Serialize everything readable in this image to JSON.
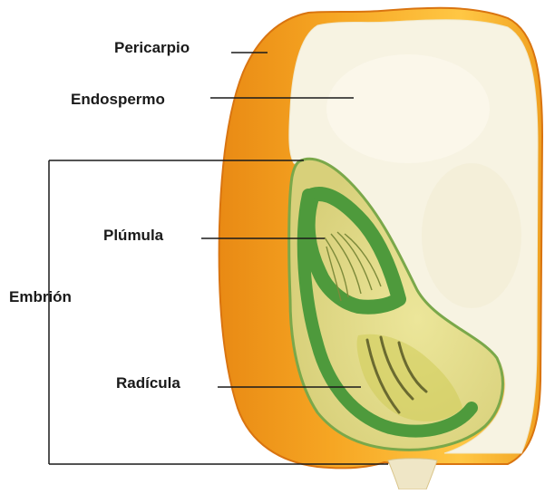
{
  "labels": {
    "pericarp": "Pericarpio",
    "endosperm": "Endospermo",
    "embryo": "Embrión",
    "plumule": "Plúmula",
    "radicle": "Radícula"
  },
  "colors": {
    "pericarp_outer": "#f0a020",
    "pericarp_inner": "#ffc03a",
    "pericarp_edge": "#e07a10",
    "endosperm": "#f7f3e2",
    "embryo_fill": "#e3dc8a",
    "embryo_inner": "#d6d37a",
    "embryo_band": "#4e9a3c",
    "radicle_fill": "#d0cc58",
    "line": "#1a1a1a"
  }
}
